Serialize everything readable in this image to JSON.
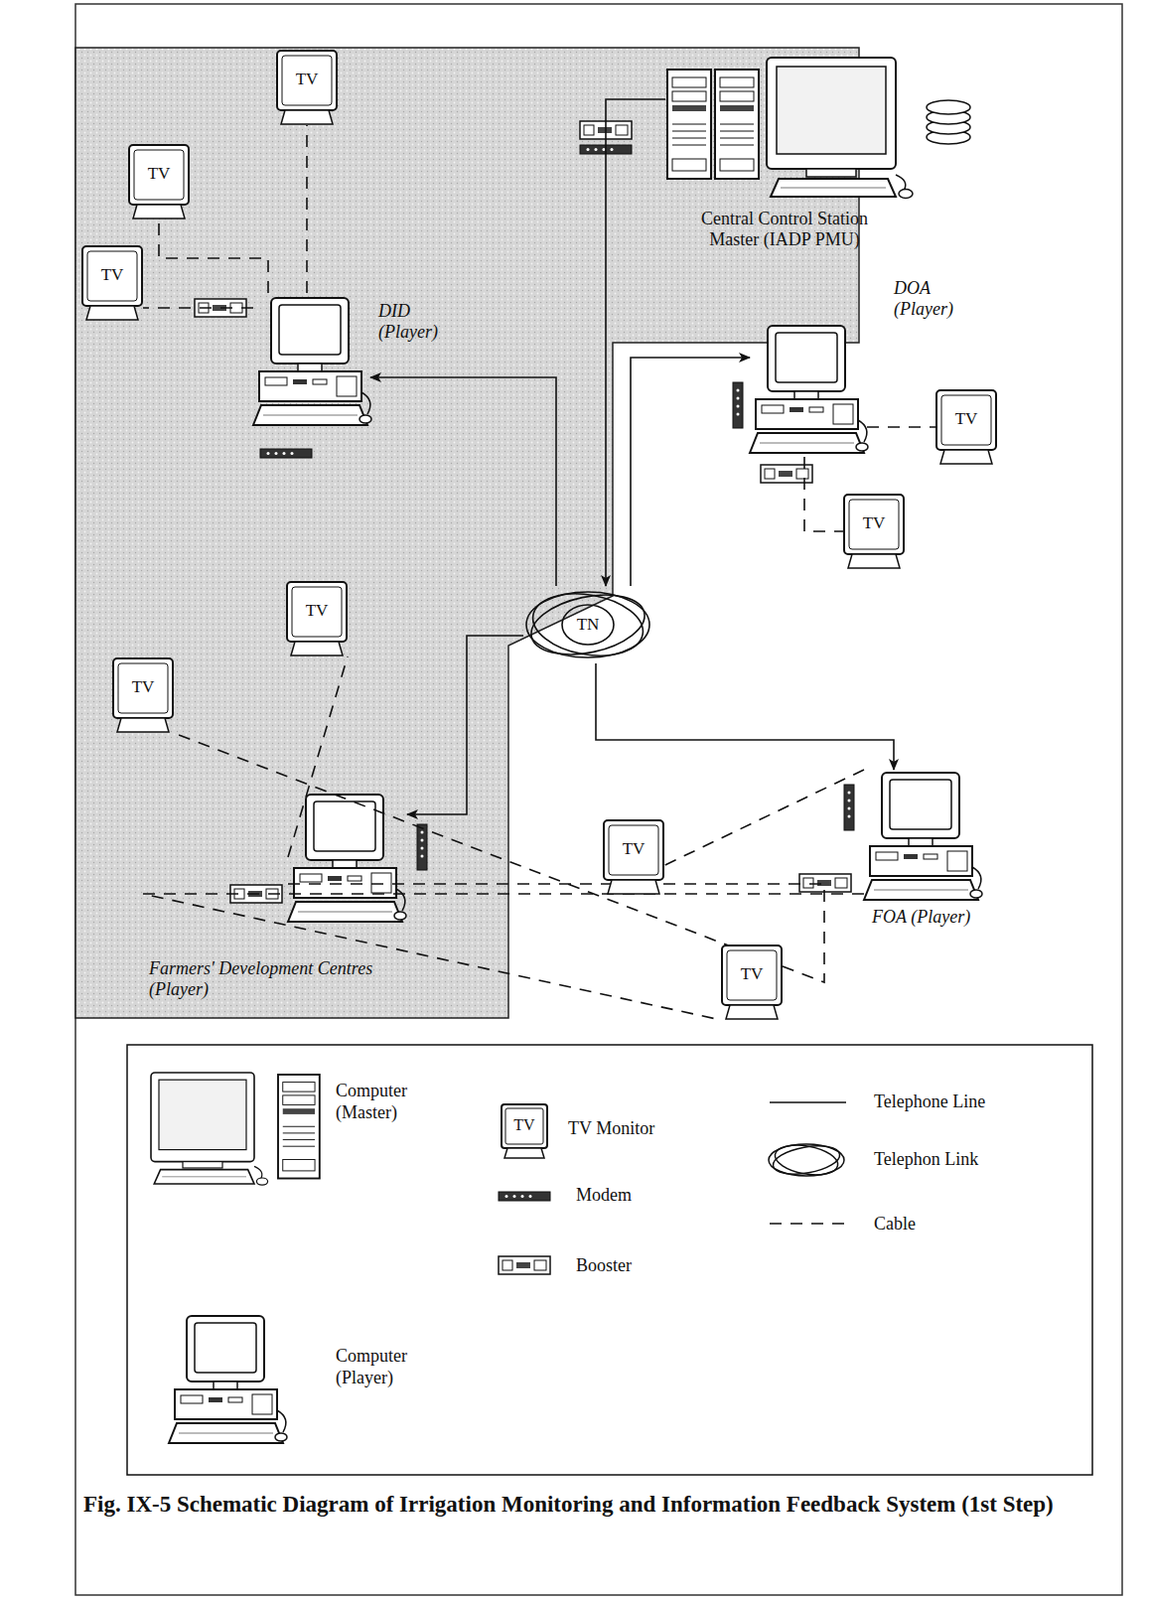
{
  "diagram": {
    "caption": "Fig. IX-5 Schematic Diagram of Irrigation Monitoring and Information Feedback System (1st Step)",
    "nodes": [
      {
        "text": [
          "Central Control Station Master (IADP PMU)"
        ]
      },
      {
        "text": [
          "TV"
        ]
      },
      {
        "text": [
          "TV"
        ]
      },
      {
        "text": [
          "DID (Player)"
        ]
      },
      {
        "text": [
          "TV"
        ]
      },
      {
        "text": [
          "DOA (Player)"
        ]
      },
      {
        "text": [
          "TN"
        ]
      },
      {
        "text": [
          "TV"
        ]
      },
      {
        "text": [
          "TV"
        ]
      },
      {
        "text": [
          "TV"
        ]
      },
      {
        "text": [
          "TV"
        ]
      },
      {
        "text": [
          "Farmers' Development Centres (Player)"
        ]
      },
      {
        "text": [
          "FOA (Player)"
        ]
      },
      {
        "text": [
          "TV"
        ]
      },
      {
        "text": [
          "TV"
        ]
      }
    ],
    "edges": [
      {
        "from": 0,
        "to": 6,
        "arrow": "to"
      },
      {
        "from": 6,
        "to": 3,
        "arrow": "to"
      },
      {
        "from": 6,
        "to": 5,
        "arrow": "to"
      },
      {
        "from": 6,
        "to": 11,
        "arrow": "to"
      },
      {
        "from": 6,
        "to": 12,
        "arrow": "to"
      },
      {
        "from": 3,
        "to": 1,
        "arrow": "none"
      },
      {
        "from": 3,
        "to": 2,
        "arrow": "none"
      },
      {
        "from": 3,
        "to": 4,
        "arrow": "none"
      },
      {
        "from": 5,
        "to": 7,
        "arrow": "none"
      },
      {
        "from": 5,
        "to": 8,
        "arrow": "none"
      },
      {
        "from": 11,
        "to": 9,
        "arrow": "none"
      },
      {
        "from": 11,
        "to": 10,
        "arrow": "none"
      },
      {
        "from": 12,
        "to": 13,
        "arrow": "none"
      },
      {
        "from": 12,
        "to": 14,
        "arrow": "none"
      }
    ],
    "labels": [
      "TV"
    ],
    "legend": [
      {
        "text": "Computer (Master)"
      },
      {
        "text": "Computer (Player)"
      },
      {
        "text": "TV Monitor"
      },
      {
        "text": "Modem"
      },
      {
        "text": "Booster"
      },
      {
        "text": "Telephone Line"
      },
      {
        "text": "Telephon Link"
      },
      {
        "text": "Cable"
      }
    ]
  }
}
